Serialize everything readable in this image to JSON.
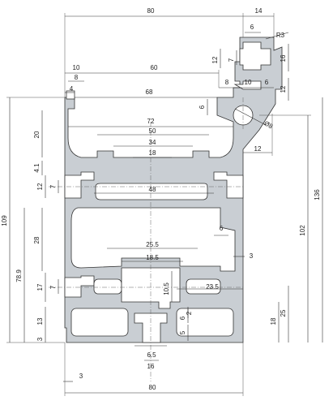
{
  "dimensions": {
    "top": [
      "80",
      "14",
      "6",
      "R3",
      "12",
      "7",
      "16",
      "10",
      "8",
      "60",
      "4",
      "68",
      "8",
      "10",
      "6",
      "12",
      "6"
    ],
    "upper": [
      "72",
      "50",
      "34",
      "18",
      "Ø8",
      "12",
      "20",
      "4.1"
    ],
    "middle": [
      "12",
      "7",
      "48",
      "6",
      "28",
      "109",
      "136",
      "102",
      "78.9"
    ],
    "lower": [
      "25.5",
      "18.5",
      "3",
      "17",
      "7",
      "10.5",
      "23.5",
      "25",
      "18",
      "13",
      "3",
      "6",
      "2",
      "5",
      "6.5",
      "16",
      "3",
      "80"
    ]
  }
}
